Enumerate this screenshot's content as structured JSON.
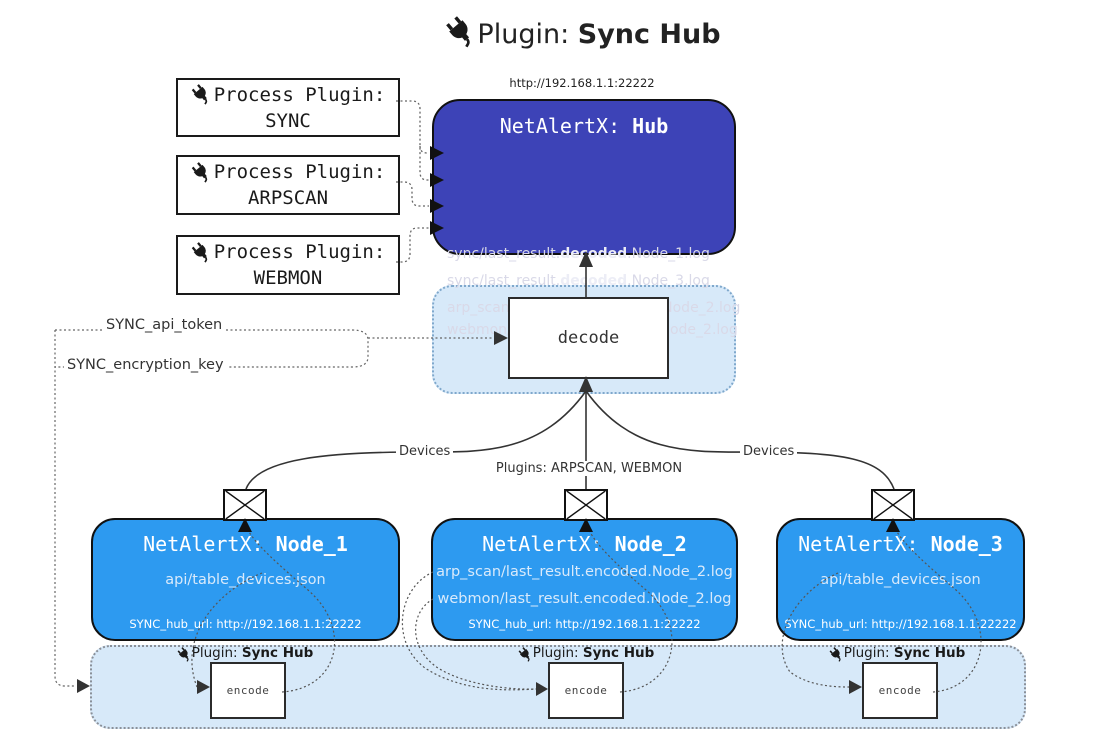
{
  "title": {
    "prefix": "Plugin: ",
    "bold": "Sync Hub"
  },
  "process_plugins": [
    {
      "label": "Process Plugin:",
      "name": "SYNC"
    },
    {
      "label": "Process Plugin:",
      "name": "ARPSCAN"
    },
    {
      "label": "Process Plugin:",
      "name": "WEBMON"
    }
  ],
  "hub": {
    "url": "http://192.168.1.1:22222",
    "title_prefix": "NetAlertX: ",
    "title_bold": "Hub",
    "logs": [
      {
        "pre": "sync/last_result.",
        "bold": "decoded",
        "post": ".Node_1.log"
      },
      {
        "pre": "sync/last_result.",
        "bold": "decoded",
        "post": ".Node_3.log"
      },
      {
        "pre": "arp_scan/last_result.",
        "bold": "decoded",
        "post": ".Node_2.log"
      },
      {
        "pre": "webmon/last_result.",
        "bold": "decoded",
        "post": ".Node_2.log"
      }
    ]
  },
  "decode": {
    "label": "decode"
  },
  "keys": {
    "api_token": "SYNC_api_token",
    "encryption_key": "SYNC_encryption_key"
  },
  "edges": {
    "devices_left": "Devices",
    "devices_right": "Devices",
    "plugins_middle": "Plugins: ARPSCAN, WEBMON"
  },
  "nodes": [
    {
      "title_prefix": "NetAlertX: ",
      "title_bold": "Node_1",
      "lines": [
        "api/table_devices.json"
      ],
      "hub_url": "SYNC_hub_url: http://192.168.1.1:22222"
    },
    {
      "title_prefix": "NetAlertX: ",
      "title_bold": "Node_2",
      "lines": [
        "arp_scan/last_result.encoded.Node_2.log",
        "webmon/last_result.encoded.Node_2.log"
      ],
      "hub_url": "SYNC_hub_url: http://192.168.1.1:22222"
    },
    {
      "title_prefix": "NetAlertX: ",
      "title_bold": "Node_3",
      "lines": [
        "api/table_devices.json"
      ],
      "hub_url": "SYNC_hub_url: http://192.168.1.1:22222"
    }
  ],
  "band": {
    "plugin_label_prefix": "Plugin: ",
    "plugin_label_bold": "Sync Hub",
    "encode_label": "encode"
  },
  "icons": {
    "plug": "electric-plug",
    "envelope": "envelope-message"
  },
  "colors": {
    "hub-bg": "#3d43b7",
    "node-bg": "#2d9af0",
    "panel-bg": "#d7e9f9"
  }
}
